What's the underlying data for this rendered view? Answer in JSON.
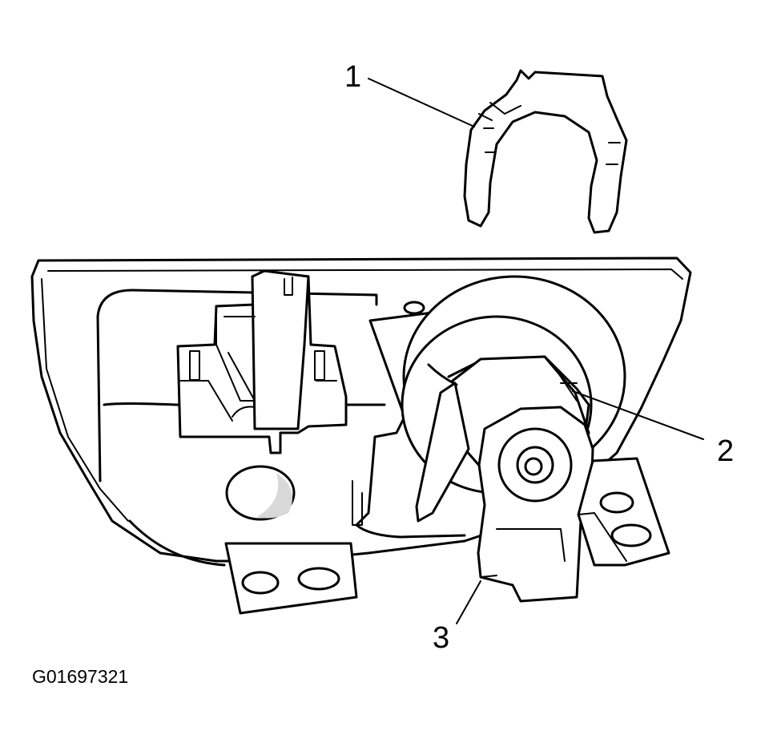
{
  "diagram": {
    "figure_id": "G01697321",
    "callouts": [
      {
        "id": "callout-1",
        "label": "1"
      },
      {
        "id": "callout-2",
        "label": "2"
      },
      {
        "id": "callout-3",
        "label": "3"
      }
    ]
  }
}
